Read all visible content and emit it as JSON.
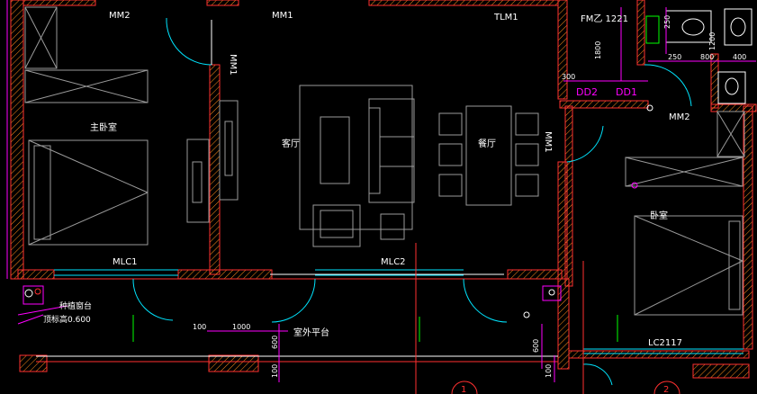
{
  "colors": {
    "background": "#000000",
    "wall_orange": "#ff8c1a",
    "wall_red": "#ff3030",
    "furniture": "#9a9a9a",
    "door_cyan": "#00e5ff",
    "dimension_magenta": "#ff00ff",
    "axis_green": "#00ff00",
    "text_white": "#ffffff"
  },
  "labels": {
    "mm2_top": "MM2",
    "mm1_top": "MM1",
    "mm1_vertical_left": "MM1",
    "mm1_vertical_right": "MM1",
    "tlm1": "TLM1",
    "fm_yi": "FM乙 1221",
    "master_bedroom": "主卧室",
    "living_room": "客厅",
    "dining_room": "餐厅",
    "bedroom": "卧室",
    "mlc1": "MLC1",
    "mlc2": "MLC2",
    "mm2_right": "MM2",
    "dd2": "DD2",
    "dd1": "DD1",
    "terrace": "室外平台",
    "planter": "种植窗台",
    "top_elevation": "顶标高0.600",
    "lc2117": "LC2117",
    "axis_1": "1",
    "axis_2": "2"
  },
  "dimensions": {
    "d_250": "250",
    "d_1200": "1200",
    "d_1800": "1800",
    "d_300": "300",
    "d_250b": "250",
    "d_800": "800",
    "d_400": "400",
    "d_100": "100",
    "d_1000": "1000",
    "d_600": "600",
    "d_100b": "100",
    "d_600b": "600",
    "d_100c": "100"
  }
}
